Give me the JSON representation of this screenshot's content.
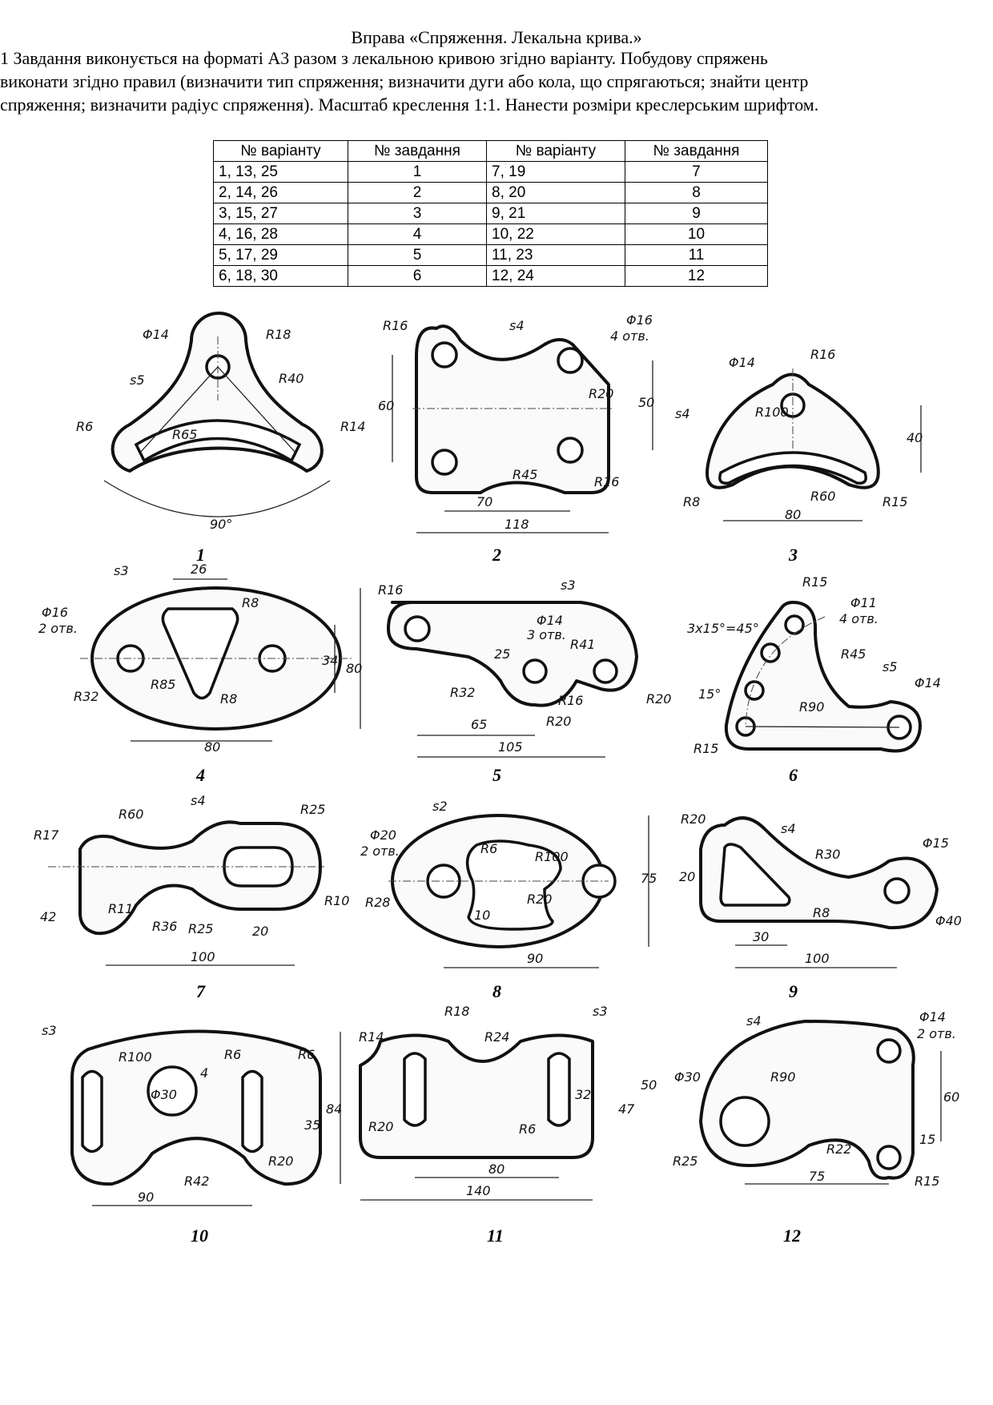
{
  "header": {
    "title": "Вправа «Спряження. Лекальна крива.»",
    "intro_lines": [
      "1 Завдання виконується на форматі А3 разом з лекальною кривою  згідно варіанту. Побудову спряжень",
      "виконати згідно правил (визначити тип спряження; визначити дуги або кола, що спрягаються; знайти центр",
      "спряження; визначити радіус спряження). Масштаб креслення 1:1. Нанести розміри креслерським шрифтом."
    ]
  },
  "variants_table": {
    "headers": [
      "№ варіанту",
      "№ завдання",
      "№ варіанту",
      "№ завдання"
    ],
    "rows": [
      [
        "1, 13, 25",
        "1",
        "7, 19",
        "7"
      ],
      [
        "2, 14, 26",
        "2",
        "8, 20",
        "8"
      ],
      [
        "3, 15, 27",
        "3",
        "9, 21",
        "9"
      ],
      [
        "4, 16, 28",
        "4",
        "10, 22",
        "10"
      ],
      [
        "5, 17, 29",
        "5",
        "11, 23",
        "11"
      ],
      [
        "6, 18, 30",
        "6",
        "12, 24",
        "12"
      ]
    ]
  },
  "drawings": [
    {
      "number": "1",
      "dims": [
        "Φ14",
        "R18",
        "s5",
        "R40",
        "R65",
        "R6",
        "R14",
        "90°"
      ]
    },
    {
      "number": "2",
      "dims": [
        "R16",
        "s4",
        "Φ16",
        "4 отв.",
        "60",
        "R20",
        "50",
        "R45",
        "R16",
        "70",
        "118"
      ]
    },
    {
      "number": "3",
      "dims": [
        "Φ14",
        "R16",
        "s4",
        "R100",
        "40",
        "R8",
        "80",
        "R60",
        "R15"
      ]
    },
    {
      "number": "4",
      "dims": [
        "s3",
        "26",
        "R8",
        "Φ16",
        "2 отв.",
        "34",
        "80",
        "R32",
        "R85",
        "R8",
        "80"
      ]
    },
    {
      "number": "5",
      "dims": [
        "R16",
        "s3",
        "Φ14",
        "3 отв.",
        "25",
        "R41",
        "R32",
        "R16",
        "R20",
        "R20",
        "65",
        "105"
      ]
    },
    {
      "number": "6",
      "dims": [
        "R15",
        "Φ11",
        "4 отв.",
        "3x15°=45°",
        "R45",
        "s5",
        "15°",
        "Φ14",
        "R90",
        "R15"
      ]
    },
    {
      "number": "7",
      "dims": [
        "R60",
        "s4",
        "R25",
        "R17",
        "42",
        "R11",
        "R36",
        "R25",
        "20",
        "R10",
        "100"
      ]
    },
    {
      "number": "8",
      "dims": [
        "s2",
        "Φ20",
        "2 отв.",
        "R6",
        "R100",
        "75",
        "R28",
        "R20",
        "10",
        "90"
      ]
    },
    {
      "number": "9",
      "dims": [
        "R20",
        "s4",
        "R30",
        "Φ15",
        "20",
        "R8",
        "Φ40",
        "30",
        "100"
      ]
    },
    {
      "number": "10",
      "dims": [
        "s3",
        "R100",
        "R6",
        "R6",
        "Φ30",
        "4",
        "35",
        "84",
        "R20",
        "R42",
        "90"
      ]
    },
    {
      "number": "11",
      "dims": [
        "R14",
        "R18",
        "R24",
        "s3",
        "32",
        "50",
        "47",
        "R20",
        "R6",
        "80",
        "140"
      ]
    },
    {
      "number": "12",
      "dims": [
        "s4",
        "Φ14",
        "2 отв.",
        "R90",
        "Φ30",
        "60",
        "15",
        "R25",
        "R22",
        "R15",
        "75"
      ]
    }
  ]
}
